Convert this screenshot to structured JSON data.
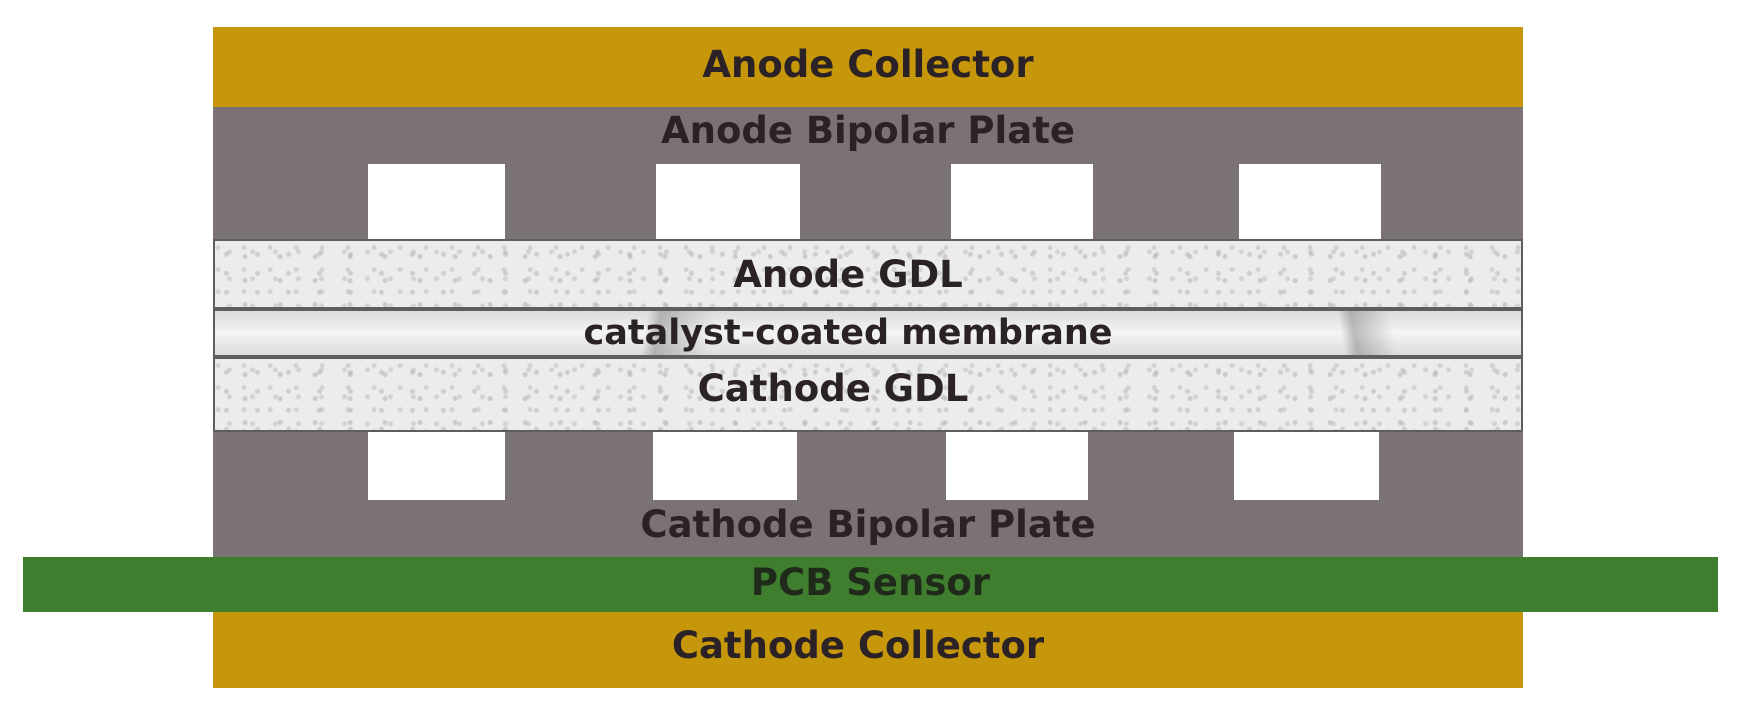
{
  "colors": {
    "collector": "#c7970b",
    "bipolar_plate": "#7a7274",
    "pcb": "#3f7e2e",
    "channel": "#ffffff",
    "label_text": "#2a2226"
  },
  "layers": {
    "anode_collector": "Anode Collector",
    "anode_bipolar_plate": "Anode Bipolar Plate",
    "anode_gdl": "Anode GDL",
    "membrane": "catalyst-coated membrane",
    "cathode_gdl": "Cathode GDL",
    "cathode_bipolar_plate": "Cathode Bipolar Plate",
    "pcb_sensor": "PCB Sensor",
    "cathode_collector": "Cathode Collector"
  }
}
